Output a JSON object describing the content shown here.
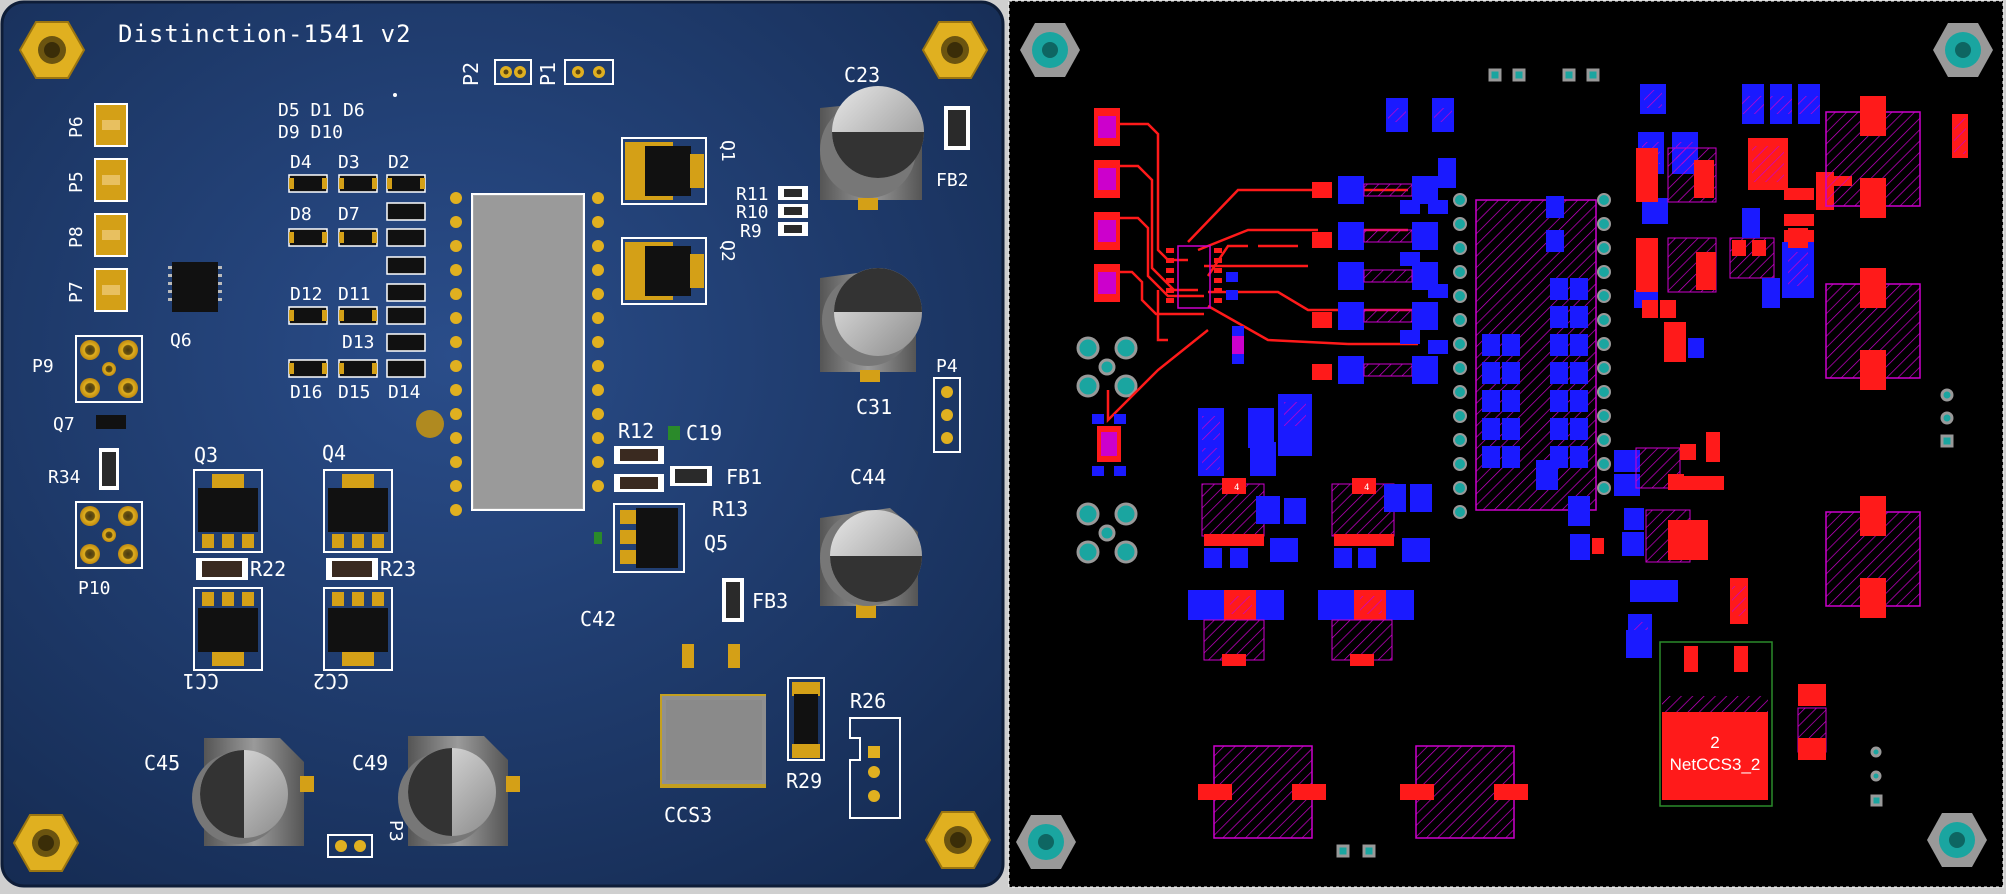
{
  "board": {
    "title": "Distinction-1541 v2",
    "net_label_number": "2",
    "net_label_name": "NetCCS3_2"
  },
  "labels": {
    "P1": "P1",
    "P2": "P2",
    "P3": "P3",
    "P4": "P4",
    "P5": "P5",
    "P6": "P6",
    "P7": "P7",
    "P8": "P8",
    "P9": "P9",
    "P10": "P10",
    "C19": "C19",
    "C23": "C23",
    "C31": "C31",
    "C42": "C42",
    "C44": "C44",
    "C45": "C45",
    "C49": "C49",
    "D_row1": "D5 D1 D6",
    "D_row2": "D9 D10",
    "D4": "D4",
    "D3": "D3",
    "D2": "D2",
    "D8": "D8",
    "D7": "D7",
    "D12": "D12",
    "D11": "D11",
    "D13": "D13",
    "D16": "D16",
    "D15": "D15",
    "D14": "D14",
    "Q1": "Q1",
    "Q2": "Q2",
    "Q3": "Q3",
    "Q4": "Q4",
    "Q5": "Q5",
    "Q6": "Q6",
    "Q7": "Q7",
    "R9": "R9",
    "R10": "R10",
    "R11": "R11",
    "R12": "R12",
    "R13": "R13",
    "R22": "R22",
    "R23": "R23",
    "R26": "R26",
    "R29": "R29",
    "R34": "R34",
    "FB1": "FB1",
    "FB2": "FB2",
    "FB3": "FB3",
    "CC1": "CC1",
    "CC2": "CC2",
    "CCS3": "CCS3"
  },
  "colors": {
    "board_blue": "#1f3a6b",
    "copper_gold": "#d4a017",
    "top_pad_red": "#ff1a1a",
    "bottom_pad_blue": "#1a1aff",
    "overlay_magenta": "#cc00cc",
    "via_teal": "#1aa5a0",
    "board_black": "#000000"
  }
}
